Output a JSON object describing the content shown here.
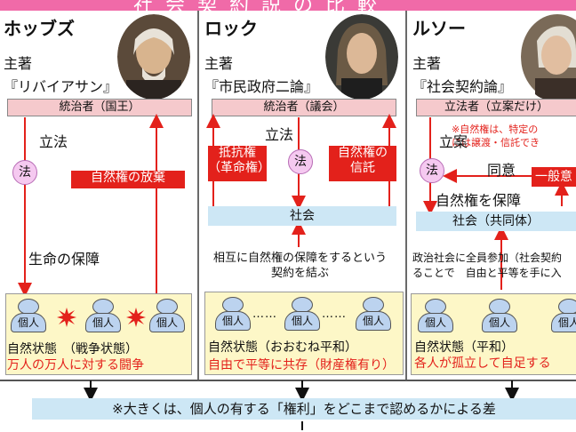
{
  "header": {
    "title": "社会契約説の比較"
  },
  "hobbes": {
    "name": "ホッブズ",
    "work_label": "主著",
    "work": "『リバイアサン』",
    "ruler": "統治者（国王）",
    "legislation": "立法",
    "law": "法",
    "renounce": "自然権の放棄",
    "protect": "生命の保障",
    "person": "個人",
    "state1": "自然状態　（戦争状態）",
    "state2": "万人の万人に対する闘争"
  },
  "locke": {
    "name": "ロック",
    "work_label": "主著",
    "work": "『市民政府二論』",
    "ruler": "統治者（議会）",
    "legislation": "立法",
    "law": "法",
    "resist": "抵抗権\n（革命権）",
    "trust": "自然権の\n信託",
    "society": "社会",
    "contract": "相互に自然権の保障をするという\n契約を結ぶ",
    "person": "個人",
    "dots": "……",
    "state1": "自然状態（おおむね平和）",
    "state2": "自由で平等に共存（財産権有り）"
  },
  "rousseau": {
    "name": "ルソー",
    "work_label": "主著",
    "work": "『社会契約論』",
    "ruler": "立法者（立案だけ）",
    "note": "※自然権は、特定の\nには譲渡・信託でき",
    "draft": "立案",
    "law": "法",
    "consent": "同意",
    "general_will": "一般意",
    "guarantee": "自然権を保障",
    "society": "社会（共同体）",
    "participation": "政治社会に全員参加（社会契約\nることで　自由と平等を手に入",
    "person": "個人",
    "state1": "自然状態（平和）",
    "state2": "各人が孤立して自足する"
  },
  "footer": {
    "summary": "※大きくは、個人の有する「権利」をどこまで認めるかによる差"
  },
  "colors": {
    "banner": "#f06aa8",
    "red": "#e3211b",
    "pink": "#f5c9cc",
    "blue": "#cde7f5",
    "cream": "#fdf7c7"
  }
}
